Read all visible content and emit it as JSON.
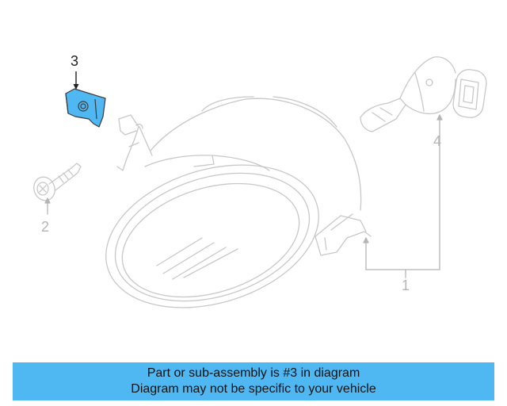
{
  "callouts": {
    "part_1": "1",
    "part_2": "2",
    "part_3": "3",
    "part_4": "4"
  },
  "banner": {
    "line1": "Part or sub-assembly is #3 in diagram",
    "line2": "Diagram may not be specific to your vehicle"
  },
  "colors": {
    "highlight": "#4fb8f3",
    "outline": "#c8c8c8",
    "callout": "#b5b5b5",
    "banner": "#4fb8f3"
  }
}
